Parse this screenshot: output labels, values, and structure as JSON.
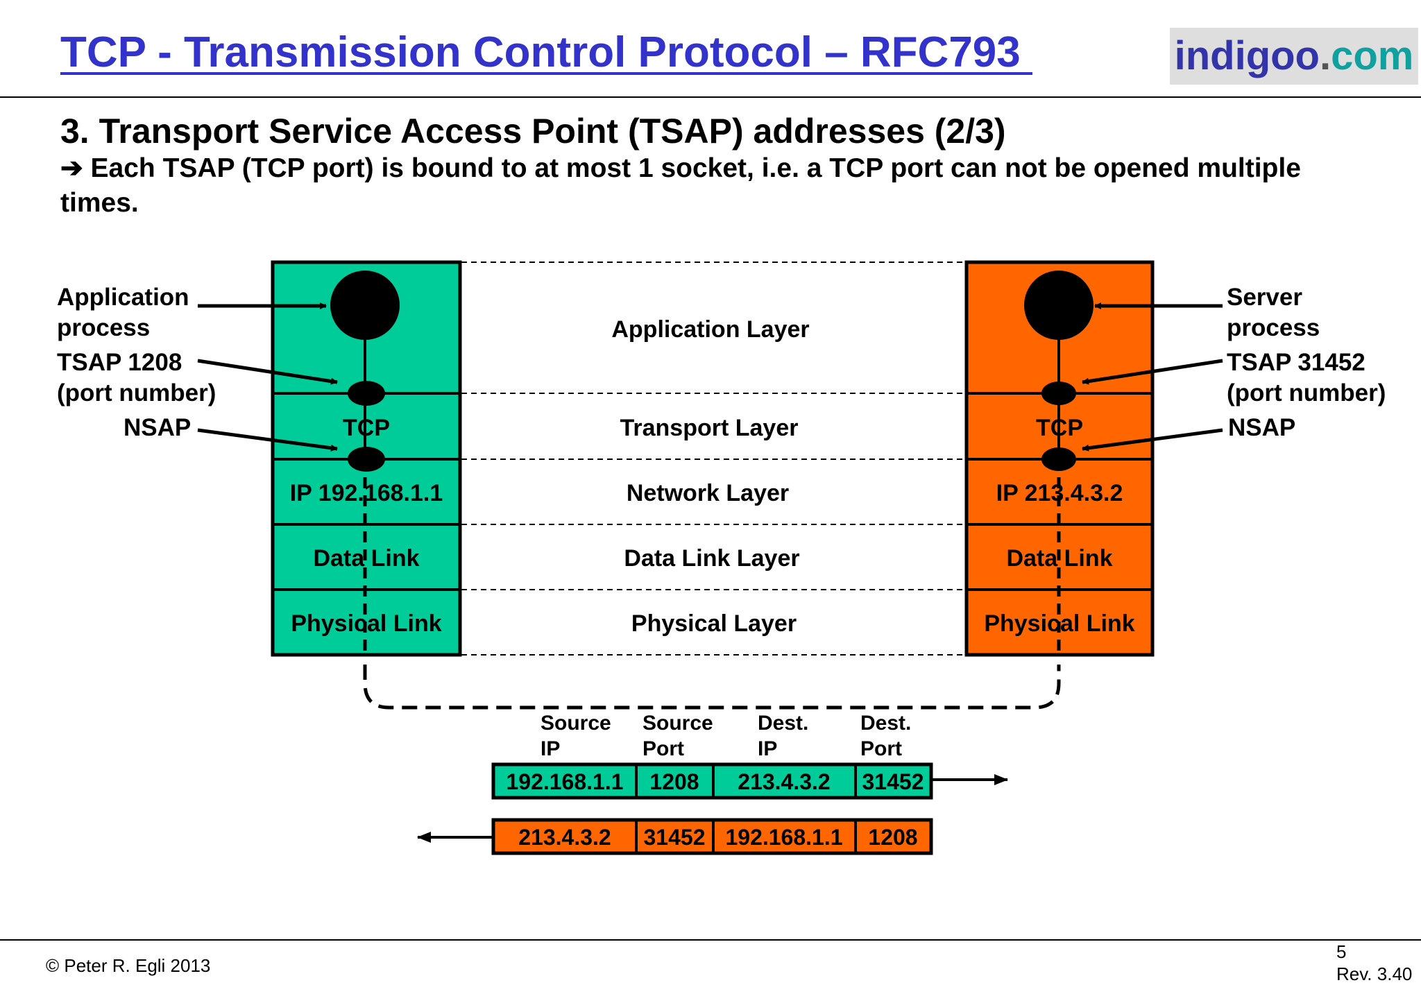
{
  "header": {
    "title": "TCP - Transmission Control Protocol – RFC793 ",
    "brand": {
      "part1": "indigoo",
      "part2": ".",
      "part3": "com"
    }
  },
  "subtitle": "3. Transport Service Access Point (TSAP) addresses (2/3)",
  "bullet": "➔ Each TSAP (TCP port) is bound to at most 1 socket, i.e. a TCP port can not be opened multiple times.",
  "diagram": {
    "layers": [
      "Application Layer",
      "Transport Layer",
      "Network Layer",
      "Data Link Layer",
      "Physical Layer"
    ],
    "left_stack": {
      "tcp": "TCP",
      "ip": "IP 192.168.1.1",
      "datalink": "Data Link",
      "physical": "Physical Link"
    },
    "right_stack": {
      "tcp": "TCP",
      "ip": "IP 213.4.3.2",
      "datalink": "Data Link",
      "physical": "Physical Link"
    },
    "left_labels": {
      "app_1": "Application",
      "app_2": "process",
      "tsap_1": "TSAP 1208",
      "tsap_2": "(port number)",
      "nsap": "NSAP"
    },
    "right_labels": {
      "app_1": "Server",
      "app_2": "process",
      "tsap_1": "TSAP 31452",
      "tsap_2": "(port number)",
      "nsap": "NSAP"
    },
    "packet_headers": [
      {
        "line1": "Source",
        "line2": "IP"
      },
      {
        "line1": "Source",
        "line2": "Port"
      },
      {
        "line1": "Dest.",
        "line2": "IP"
      },
      {
        "line1": "Dest.",
        "line2": "Port"
      }
    ],
    "packet_request": [
      "192.168.1.1",
      "1208",
      "213.4.3.2",
      "31452"
    ],
    "packet_response": [
      "213.4.3.2",
      "31452",
      "192.168.1.1",
      "1208"
    ],
    "colors": {
      "left": "#00cc99",
      "right": "#ff6600"
    }
  },
  "footer": {
    "copyright": "© Peter R. Egli 2013",
    "page": "5",
    "rev": "Rev. 3.40"
  }
}
